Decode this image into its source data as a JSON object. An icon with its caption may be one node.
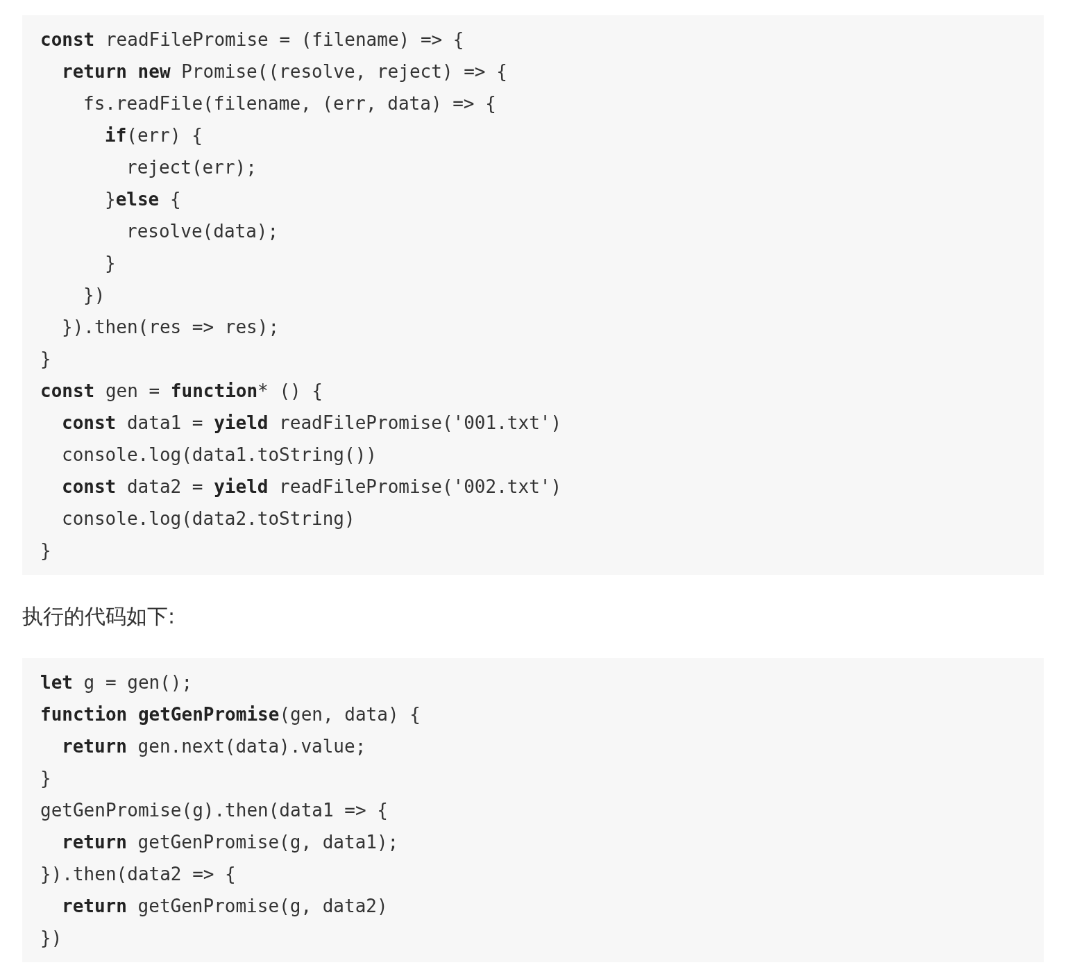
{
  "diagram": {
    "labels": [
      "**const** readFilePromise = (filename) => {",
      "**return** **new** Promise((resolve, reject) => {",
      "fs.readFile(filename, (err, data) => {",
      "**if**(err) {",
      "reject(err);",
      "}**else** {",
      "resolve(data);",
      "}",
      "})",
      "}).then(res => res);",
      "}",
      "**const** gen = **function*** () {",
      "**const** data1 = **yield** readFilePromise('001.txt')",
      "console.log(data1.toString())",
      "**const** data2 = **yield** readFilePromise('002.txt')",
      "console.log(data2.toString)",
      "}",
      "执行的代码如下:",
      "**let** g = gen();",
      "**function** **getGenPromise**(gen, data) {",
      "**return** gen.next(data).value;",
      "}",
      "getGenPromise(g).then(data1 => {",
      "**return** getGenPromise(g, data1);",
      "}).then(data2 => {",
      "**return** getGenPromise(g, data2)",
      "})"
    ]
  }
}
